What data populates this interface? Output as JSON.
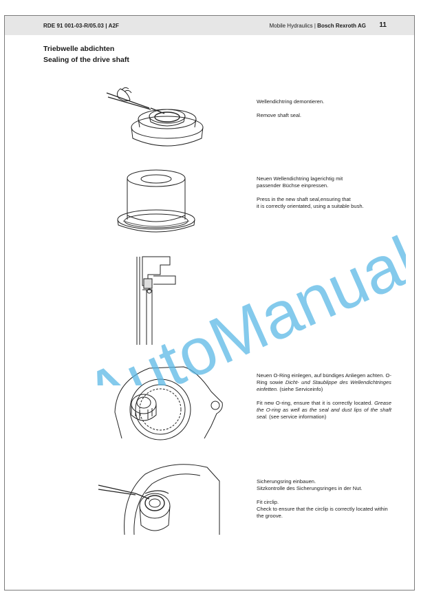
{
  "header": {
    "doc_ref": "RDE 91 001-03-R/05.03  |  A2F",
    "division": "Mobile Hydraulics  |  ",
    "brand": "Bosch Rexroth AG",
    "page_number": "11"
  },
  "title": {
    "de": "Triebwelle abdichten",
    "en": "Sealing of the drive shaft"
  },
  "steps": [
    {
      "de": "Wellendichtring demontieren.",
      "en": "Remove shaft seal."
    },
    {
      "de_1": "Neuen Wellendichtring  lagerichtig  mit",
      "de_2": "passender Büchse einpressen.",
      "en_1": "Press  in the new shaft seal,ensuring that",
      "en_2": "it is correctly orientated, using a suitable bush."
    },
    {
      "de_a": "Neuen O-Ring einlegen, auf bündiges Anliegen achten. O-Ring sowie ",
      "de_b": "Dicht- und Staublippe des Wellendichtringes einfetten.",
      "de_c": " (siehe Serviceinfo)",
      "en_a": "Fit new O-ring, ensure that it is correctly located. ",
      "en_b": "Grease the O-ring as well as the seal and dust lips of the shaft seal.",
      "en_c": " (see service information)"
    },
    {
      "de_1": "Sicherungsring einbauen.",
      "de_2": "Sitzkontrolle des Sicherungsringes in der Nut.",
      "en_1": "Fit circlip.",
      "en_2": "Check to ensure that the circlip is correctly located within the groove."
    }
  ],
  "watermark": {
    "text": "AutoManual",
    "color": "#5bb8e6"
  },
  "colors": {
    "header_bg": "#e6e6e6",
    "border": "#7a7a7a"
  }
}
